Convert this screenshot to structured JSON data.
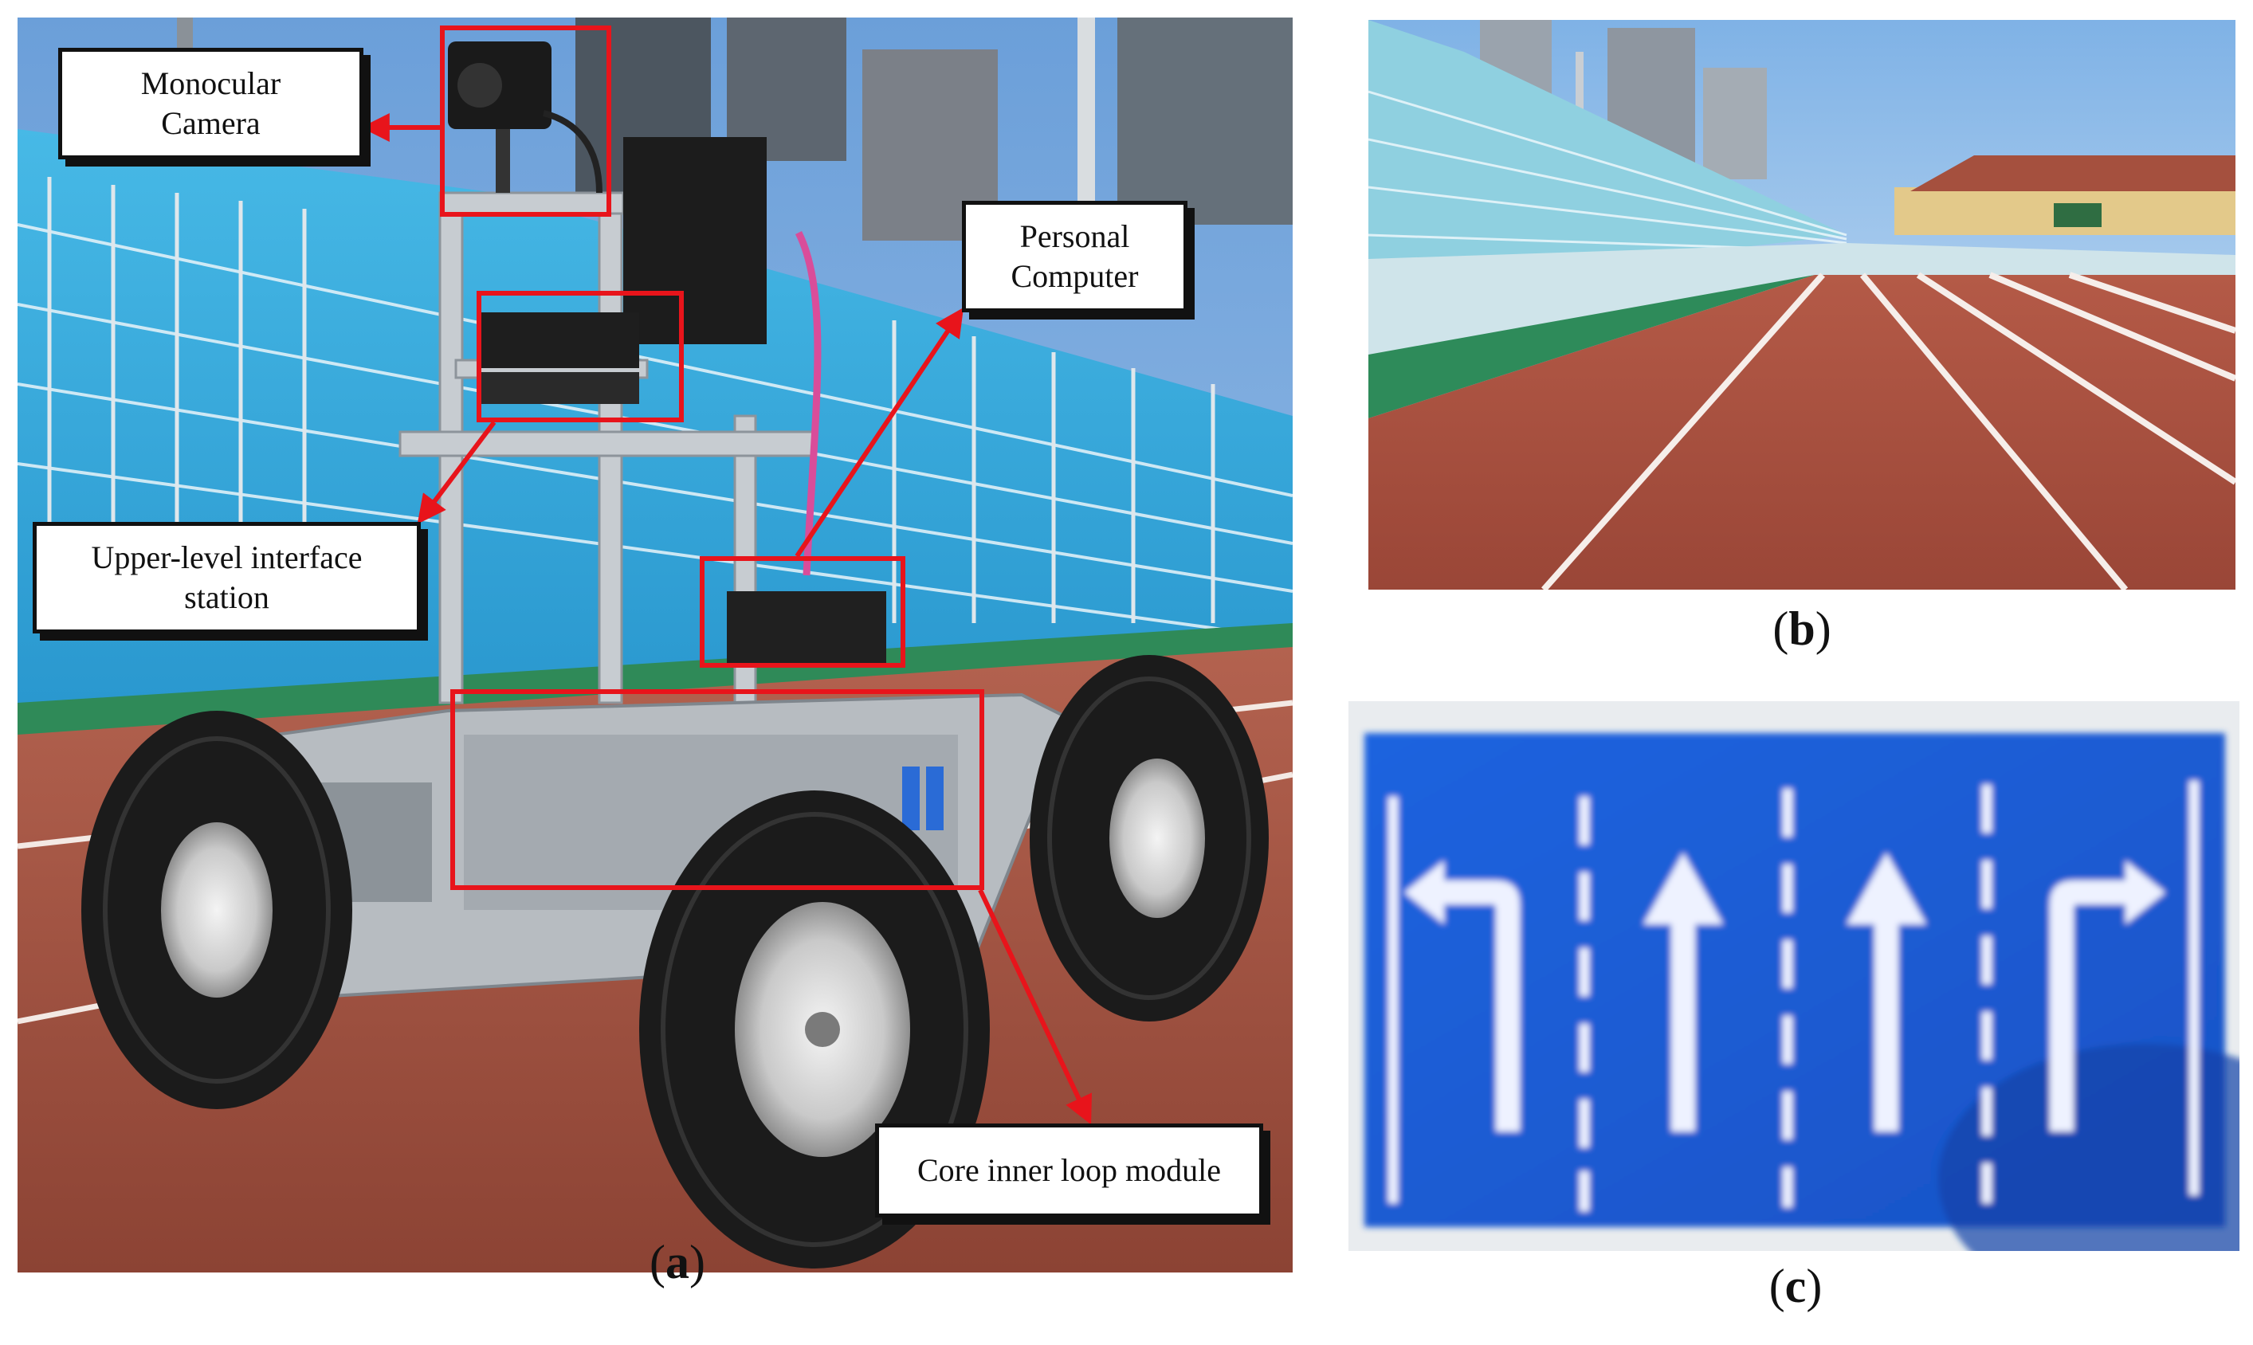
{
  "panels": {
    "a": {
      "caption_open": "(",
      "caption_letter": "a",
      "caption_close": ")",
      "callouts": {
        "monocular_camera": "Monocular\nCamera",
        "personal_computer": "Personal\nComputer",
        "upper_level_station": "Upper-level interface\nstation",
        "core_inner_loop": "Core inner loop module"
      }
    },
    "b": {
      "caption_open": "(",
      "caption_letter": "b",
      "caption_close": ")"
    },
    "c": {
      "caption_open": "(",
      "caption_letter": "c",
      "caption_close": ")"
    }
  },
  "colors": {
    "highlight": "#e8141b",
    "sign_blue": "#1f64e0",
    "track_red": "#a24a3c",
    "stand_blue": "#3ab0de"
  },
  "icons": [
    "left-turn-arrow-icon",
    "straight-arrow-icon",
    "straight-arrow-icon",
    "right-turn-arrow-icon"
  ]
}
